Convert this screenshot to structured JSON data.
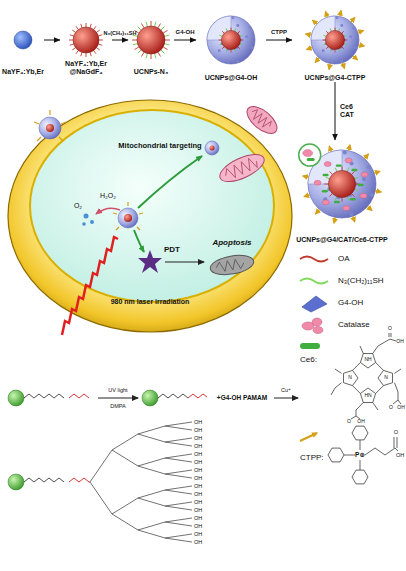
{
  "diagram": {
    "nodes": [
      {
        "text": [
          "NaYF₄:Yb,Er"
        ]
      },
      {
        "text": [
          "NaYF₄:Yb,Er @NaGdF₄"
        ]
      },
      {
        "text": [
          "UCNPs-N₃"
        ]
      },
      {
        "text": [
          "UCNPs@G4-OH"
        ]
      },
      {
        "text": [
          "UCNPs@G4-CTPP"
        ]
      },
      {
        "text": [
          "UCNPs@G4/CAT/Ce6-CTPP"
        ]
      }
    ],
    "edges": [
      {
        "from": 0,
        "to": 1,
        "arrow": "to"
      },
      {
        "from": 1,
        "to": 2,
        "label": "N₃(CH₂)₁₁SH",
        "arrow": "to"
      },
      {
        "from": 2,
        "to": 3,
        "label": "G4-OH",
        "arrow": "to"
      },
      {
        "from": 3,
        "to": 4,
        "label": "CTPP",
        "arrow": "to"
      },
      {
        "from": 4,
        "to": 5,
        "label": "Ce6 CAT",
        "arrow": "to"
      }
    ],
    "labels": [
      "Mitochondrial targeting",
      "O₂",
      "H₂O₂",
      "PDT",
      "Apoptosis",
      "980 nm laser irradiation",
      "UV light",
      "DMPA",
      "+G4-OH PAMAM",
      "Cu⁺",
      "OH",
      "OH",
      "OH",
      "OH",
      "OH",
      "OH",
      "OH",
      "OH",
      "OH",
      "OH",
      "OH",
      "OH",
      "OH",
      "OH",
      "OH",
      "OH",
      "NH",
      "N",
      "HN",
      "N",
      "O",
      "OH",
      "O",
      "OH",
      "O",
      "OH",
      "P⊕",
      "O",
      "OH"
    ],
    "legend": [
      {
        "text": "OA"
      },
      {
        "text": "N₃(CH₂)₁₁SH"
      },
      {
        "text": "G4-OH"
      },
      {
        "text": "Catalase"
      },
      {
        "text": "Ce6:"
      },
      {
        "text": "CTPP:"
      }
    ]
  }
}
